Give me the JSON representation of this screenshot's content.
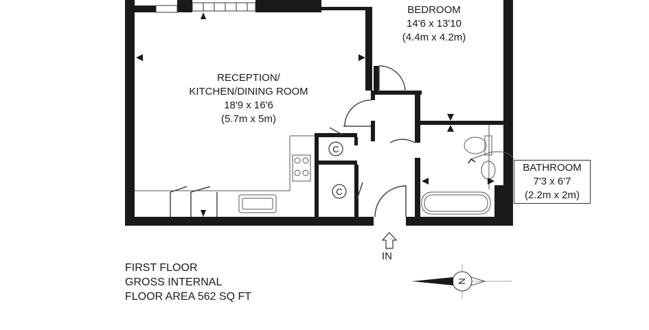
{
  "rooms": {
    "reception": {
      "name_line1": "RECEPTION/",
      "name_line2": "KITCHEN/DINING ROOM",
      "imperial": "18'9 x 16'6",
      "metric": "(5.7m x 5m)"
    },
    "bedroom": {
      "name": "BEDROOM",
      "imperial": "14'6 x 13'10",
      "metric": "(4.4m x 4.2m)"
    },
    "bathroom": {
      "name": "BATHROOM",
      "imperial": "7'3 x 6'7",
      "metric": "(2.2m x 2m)"
    }
  },
  "cupboards": {
    "upper": "C",
    "lower": "C"
  },
  "entrance": {
    "label": "IN"
  },
  "compass": {
    "label": "N"
  },
  "floor_info": {
    "line1": "FIRST FLOOR",
    "line2": "GROSS INTERNAL",
    "line3": "FLOOR AREA 562 SQ FT"
  },
  "colors": {
    "wall": "#1a1a1a",
    "fixture": "#555555"
  }
}
